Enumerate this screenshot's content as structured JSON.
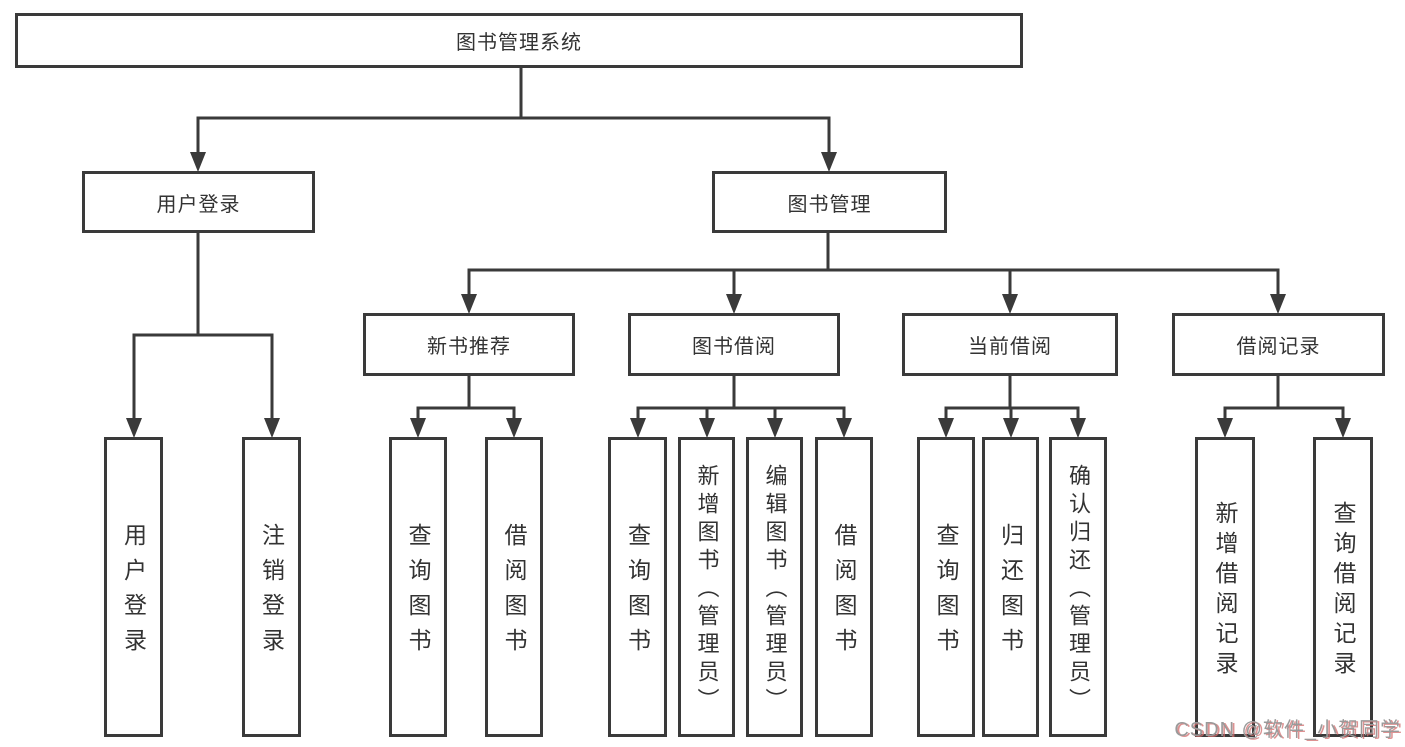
{
  "diagram": {
    "title": "图书管理系统",
    "root": {
      "label": "图书管理系统"
    },
    "level2": [
      {
        "label": "用户登录"
      },
      {
        "label": "图书管理"
      }
    ],
    "level3": [
      {
        "label": "新书推荐"
      },
      {
        "label": "图书借阅"
      },
      {
        "label": "当前借阅"
      },
      {
        "label": "借阅记录"
      }
    ],
    "leaves": {
      "user_login": [
        "用户登录",
        "注销登录"
      ],
      "new_books": [
        "查询图书",
        "借阅图书"
      ],
      "book_borrow": [
        "查询图书",
        "新增图书（管理员）",
        "编辑图书（管理员）",
        "借阅图书"
      ],
      "current_borrow": [
        "查询图书",
        "归还图书",
        "确认归还（管理员）"
      ],
      "borrow_records": [
        "新增借阅记录",
        "查询借阅记录"
      ]
    }
  },
  "watermark": {
    "text": "CSDN @软件_小贺同学"
  },
  "colors": {
    "line": "#3a3a3a",
    "box_border": "#3a3a3a",
    "text": "#333333",
    "background": "#ffffff",
    "watermark_text": "#9a9a9a",
    "watermark_shadow": "#d26e6e"
  }
}
